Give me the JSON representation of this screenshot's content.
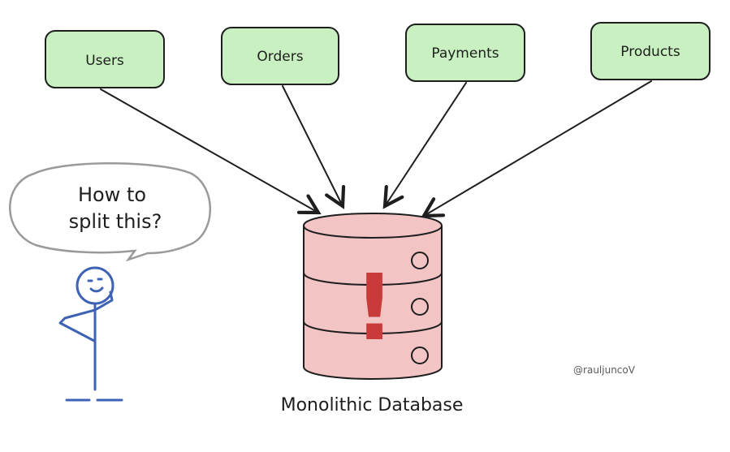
{
  "services": [
    {
      "label": "Users"
    },
    {
      "label": "Orders"
    },
    {
      "label": "Payments"
    },
    {
      "label": "Products"
    }
  ],
  "database": {
    "caption": "Monolithic Database",
    "alert_symbol": "!"
  },
  "speech_bubble": {
    "line1": "How to",
    "line2": "split this?"
  },
  "credit": {
    "handle": "@rauljuncoV"
  },
  "colors": {
    "service_fill": "#c8f0c0",
    "database_fill": "#f2c4c4",
    "alert": "#c93b3b",
    "figure": "#3e63b5",
    "bubble_outline": "#9a9a9a",
    "ink": "#1e1e1e"
  }
}
